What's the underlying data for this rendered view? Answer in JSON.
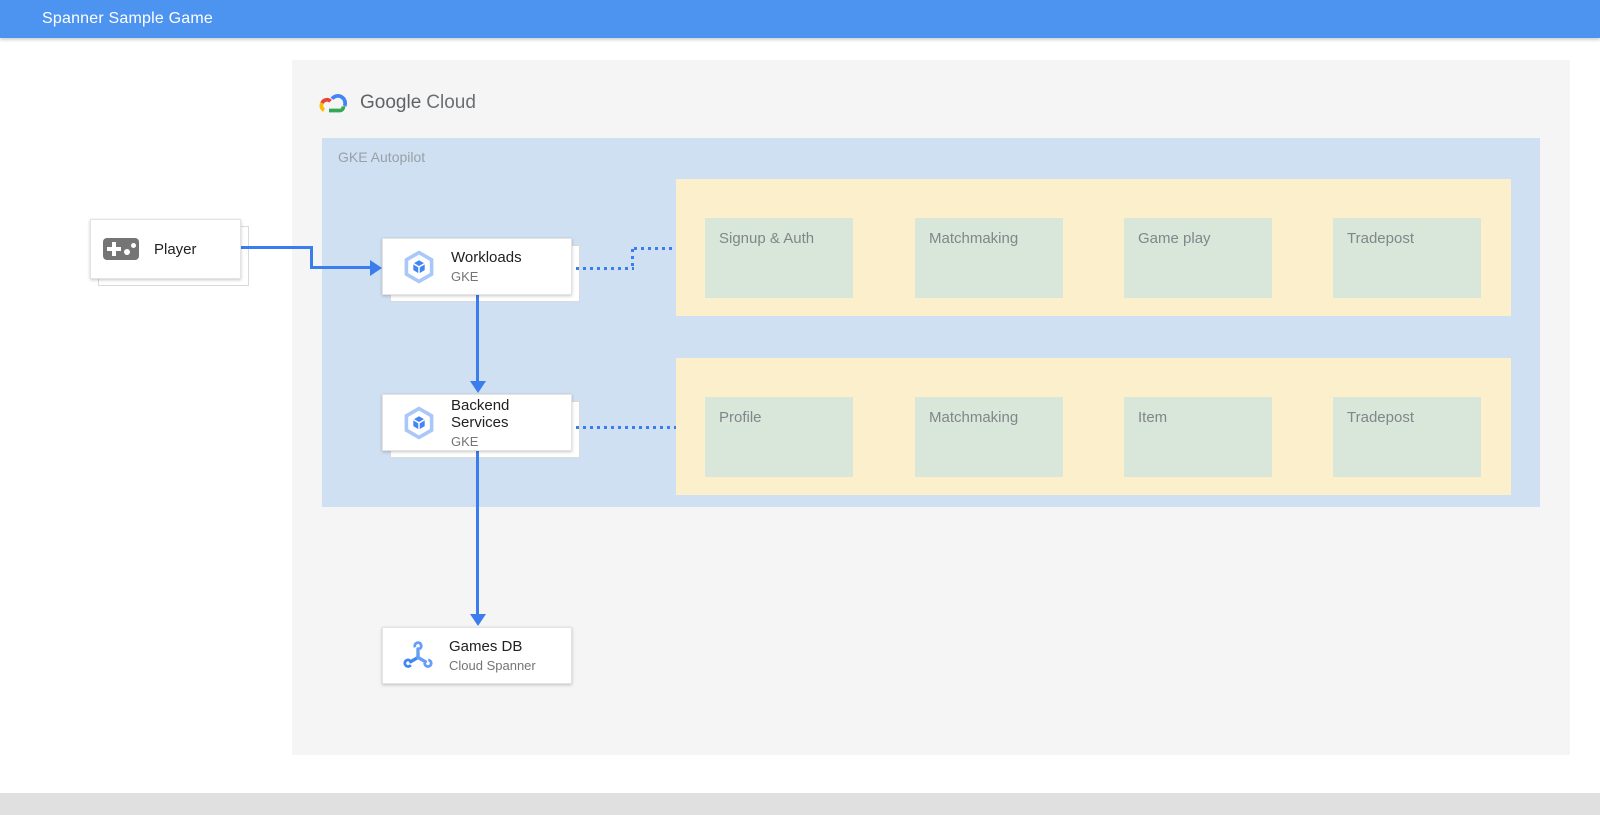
{
  "header": {
    "title": "Spanner Sample Game"
  },
  "logo": {
    "google": "Google",
    "cloud": "Cloud"
  },
  "gke": {
    "label": "GKE Autopilot"
  },
  "nodes": {
    "player": {
      "label": "Player"
    },
    "workloads": {
      "title": "Workloads",
      "subtitle": "GKE"
    },
    "backend_services": {
      "title": "Backend Services",
      "subtitle": "GKE"
    },
    "games_db": {
      "title": "Games DB",
      "subtitle": "Cloud Spanner"
    }
  },
  "service_rows": [
    [
      "Signup & Auth",
      "Matchmaking",
      "Game play",
      "Tradepost"
    ],
    [
      "Profile",
      "Matchmaking",
      "Item",
      "Tradepost"
    ]
  ],
  "colors": {
    "header_blue": "#4d94f1",
    "connector_blue": "#3b7ded",
    "gke_container_blue": "#cfe0f2",
    "service_group_yellow": "#fcefcc",
    "service_box_green": "#d8e7d9",
    "google_red": "#EA4335",
    "google_blue": "#4285F4",
    "google_yellow": "#FBBC05",
    "google_green": "#34A853"
  }
}
